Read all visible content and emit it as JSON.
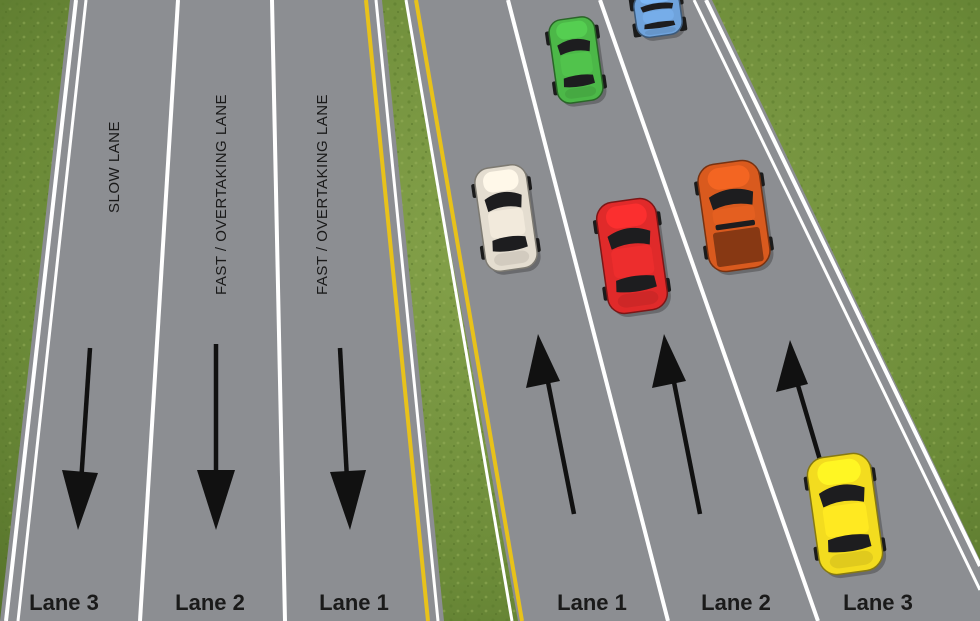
{
  "left_carriageway": {
    "lane_labels": [
      "Lane 3",
      "Lane 2",
      "Lane 1"
    ],
    "lane_signs": [
      "SLOW LANE",
      "FAST / OVERTAKING LANE",
      "FAST / OVERTAKING LANE"
    ]
  },
  "right_carriageway": {
    "lane_labels": [
      "Lane 1",
      "Lane 2",
      "Lane 3"
    ]
  },
  "cars": [
    {
      "name": "green-car",
      "color": "#4cb848"
    },
    {
      "name": "blue-car",
      "color": "#6fa3dc"
    },
    {
      "name": "white-car",
      "color": "#e4ddd0"
    },
    {
      "name": "red-car",
      "color": "#e02a2a"
    },
    {
      "name": "orange-pickup-truck",
      "color": "#d95a1e"
    },
    {
      "name": "yellow-car",
      "color": "#f3dc1f"
    }
  ],
  "colors": {
    "grass": "#6d8a3a",
    "road": "#8c8e92",
    "lane_line": "#ffffff",
    "center_line": "#e8c21a"
  }
}
